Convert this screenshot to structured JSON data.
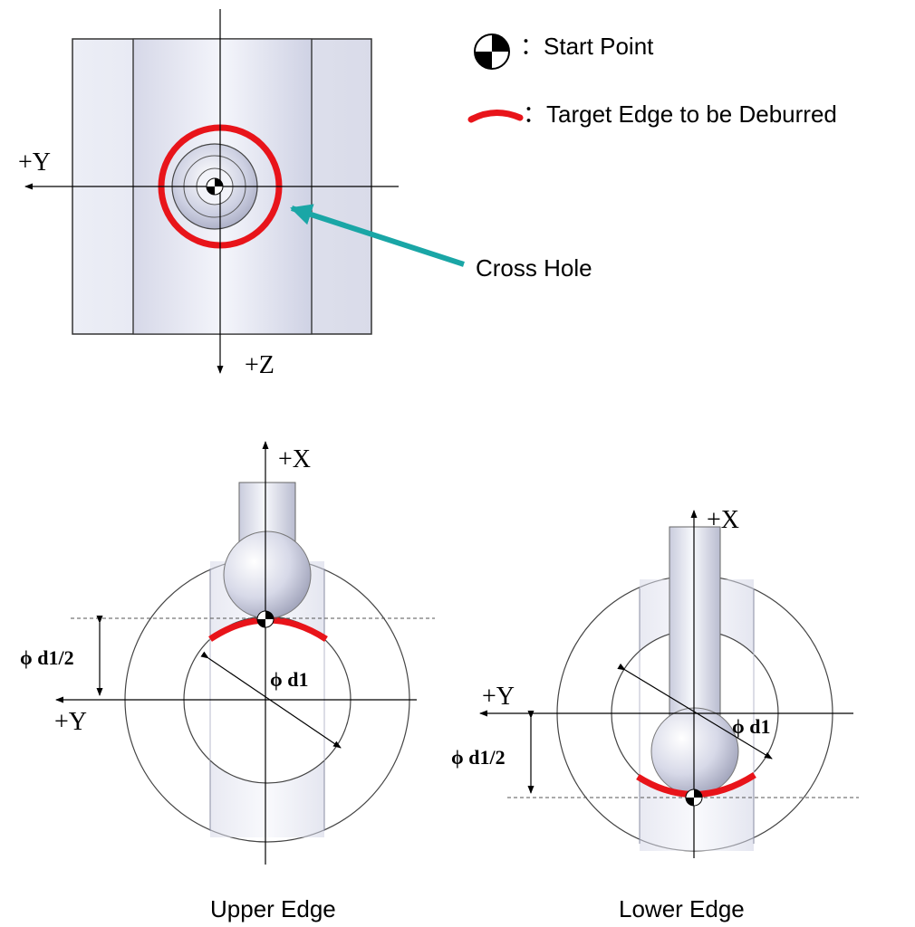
{
  "legend": {
    "start_point_label": "：Start Point",
    "target_edge_label": "：Target Edge to be Deburred"
  },
  "top_view": {
    "axis_y_label": "+Y",
    "axis_z_label": "+Z",
    "callout_label": "Cross Hole"
  },
  "upper_view": {
    "axis_x_label": "+X",
    "axis_y_label": "+Y",
    "diameter_label": "ϕ d1",
    "half_diameter_label": "ϕ d1/2",
    "caption": "Upper Edge"
  },
  "lower_view": {
    "axis_x_label": "+X",
    "axis_y_label": "+Y",
    "diameter_label": "ϕ d1",
    "half_diameter_label": "ϕ d1/2",
    "caption": "Lower Edge"
  },
  "colors": {
    "edge_highlight": "#e8141a",
    "callout_arrow": "#1aa6a6",
    "part_fill": "#e4e6f2",
    "outline": "#333333"
  }
}
